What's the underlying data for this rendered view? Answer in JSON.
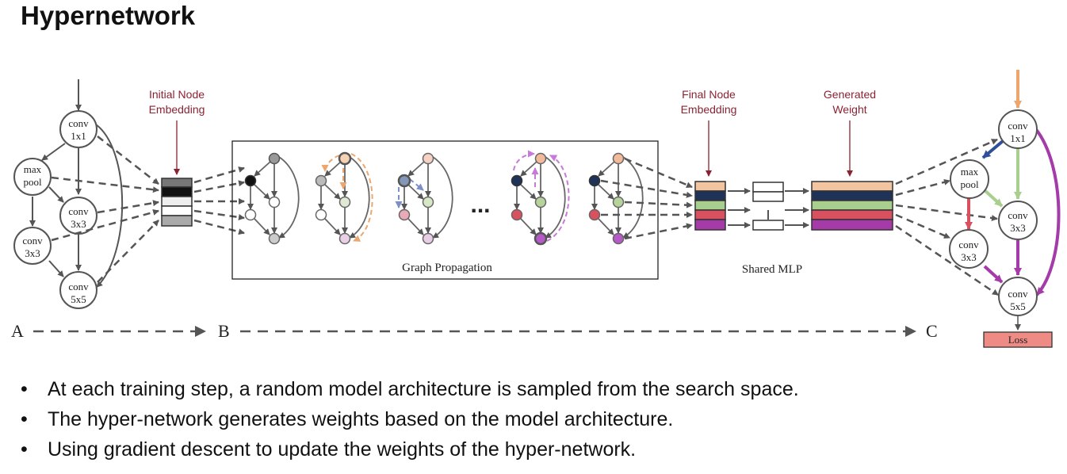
{
  "title": "Hypernetwork",
  "left_graph": {
    "nodes": [
      {
        "id": "conv1",
        "line1": "conv",
        "line2": "1x1"
      },
      {
        "id": "maxpool",
        "line1": "max",
        "line2": "pool"
      },
      {
        "id": "conv3a",
        "line1": "conv",
        "line2": "3x3"
      },
      {
        "id": "conv3b",
        "line1": "conv",
        "line2": "3x3"
      },
      {
        "id": "conv5",
        "line1": "conv",
        "line2": "5x5"
      }
    ]
  },
  "labels": {
    "initial_node_embedding_1": "Initial Node",
    "initial_node_embedding_2": "Embedding",
    "final_node_embedding_1": "Final Node",
    "final_node_embedding_2": "Embedding",
    "generated_weight_1": "Generated",
    "generated_weight_2": "Weight",
    "graph_propagation": "Graph Propagation",
    "shared_mlp": "Shared MLP",
    "ellipsis": "...",
    "stage_a": "A",
    "stage_b": "B",
    "stage_c": "C"
  },
  "right_graph": {
    "nodes": [
      {
        "id": "conv1",
        "line1": "conv",
        "line2": "1x1"
      },
      {
        "id": "maxpool",
        "line1": "max",
        "line2": "pool"
      },
      {
        "id": "conv3a",
        "line1": "conv",
        "line2": "3x3"
      },
      {
        "id": "conv3b",
        "line1": "conv",
        "line2": "3x3"
      },
      {
        "id": "conv5",
        "line1": "conv",
        "line2": "5x5"
      }
    ],
    "loss_label": "Loss"
  },
  "colors": {
    "peach": "#f2c4a0",
    "navy": "#1f3257",
    "green": "#a9cf8e",
    "red": "#d9515f",
    "purple": "#a53aa9",
    "orange_edge": "#eca66e",
    "blue_edge": "#2f4f9a",
    "loss_fill": "#ef8b85",
    "annotation": "#8b2232"
  },
  "bullets": [
    "At each training step, a random model architecture is sampled from the search space.",
    "The hyper-network generates weights based on the model architecture.",
    "Using gradient descent to update the weights of the hyper-network."
  ]
}
